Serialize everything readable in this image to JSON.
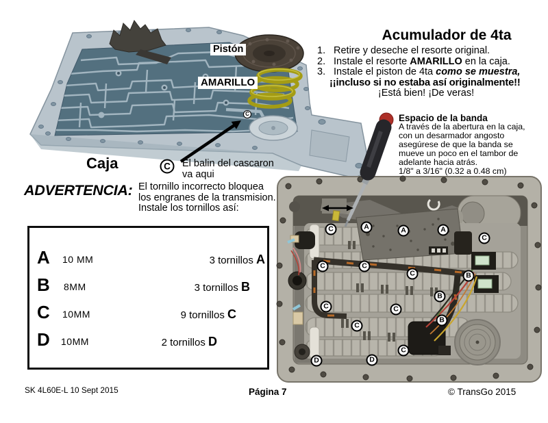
{
  "top_photo": {
    "piston_label": "Pistón",
    "spring_label": "AMARILLO",
    "caja_label": "Caja",
    "marker_c": "C",
    "balin_marker": "C",
    "balin_note": "El balin del cascaron\nva aqui"
  },
  "acumulador": {
    "title": "Acumulador de 4ta",
    "step1_num": "1.",
    "step1": "Retire y deseche el resorte original.",
    "step2_num": "2.",
    "step2_pre": "Instale el resorte ",
    "step2_bold": "AMARILLO",
    "step2_post": " en la caja.",
    "step3_num": "3.",
    "step3_pre": "Instale el piston de 4ta ",
    "step3_emph": "como se muestra,",
    "step3_line2": "¡¡incluso si no estaba así originalmente!!",
    "step3_line3": "¡Está bien! ¡De veras!"
  },
  "banda": {
    "heading": "Espacio de la banda",
    "body": "A través de la abertura en la caja,\ncon un desarmador angosto\nasegúrese de que la banda se\nmueve un poco en el tambor de\nadelante hacia atrás.\n1/8\" a 3/16\" (0.32 a 0.48 cm)"
  },
  "advertencia": {
    "label": "ADVERTENCIA:",
    "text": "El tornillo incorrecto bloquea\nlos engranes de la transmision.\nInstale los tornillos así:"
  },
  "bolt_box": {
    "rows": [
      {
        "letter": "A",
        "size": "10 MM",
        "count_text": "3 tornillos ",
        "count_letter": "A"
      },
      {
        "letter": "B",
        "size": "8MM",
        "count_text": "3 tornillos ",
        "count_letter": "B"
      },
      {
        "letter": "C",
        "size": "10MM",
        "count_text": "9 tornillos ",
        "count_letter": "C"
      },
      {
        "letter": "D",
        "size": "10MM",
        "count_text": "2 tornillos ",
        "count_letter": "D"
      }
    ]
  },
  "bottom_photo": {
    "markers": [
      {
        "letter": "A"
      },
      {
        "letter": "A"
      },
      {
        "letter": "A"
      },
      {
        "letter": "B"
      },
      {
        "letter": "B"
      },
      {
        "letter": "B"
      },
      {
        "letter": "C"
      },
      {
        "letter": "C"
      },
      {
        "letter": "C"
      },
      {
        "letter": "C"
      },
      {
        "letter": "C"
      },
      {
        "letter": "C"
      },
      {
        "letter": "C"
      },
      {
        "letter": "C"
      },
      {
        "letter": "C"
      },
      {
        "letter": "D"
      },
      {
        "letter": "D"
      }
    ]
  },
  "footer": {
    "left": "SK 4L60E-L  10 Sept 2015",
    "center": "Página 7",
    "right": "© TransGo 2015"
  },
  "colors": {
    "spring_yellow": "#a49c14",
    "screwdriver_red": "#ad3028",
    "case_blue_gray": "#b6c2ca"
  }
}
